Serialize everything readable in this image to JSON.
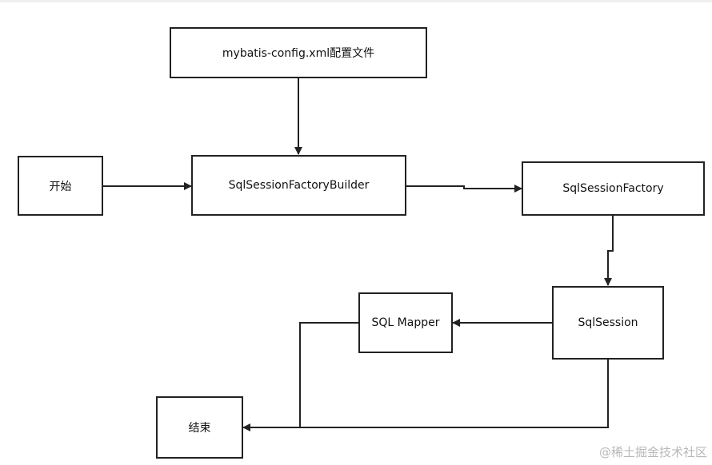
{
  "diagram": {
    "nodes": {
      "config": {
        "label": "mybatis-config.xml配置文件"
      },
      "start": {
        "label": "开始"
      },
      "builder": {
        "label": "SqlSessionFactoryBuilder"
      },
      "factory": {
        "label": "SqlSessionFactory"
      },
      "session": {
        "label": "SqlSession"
      },
      "mapper": {
        "label": "SQL Mapper"
      },
      "end": {
        "label": "结束"
      }
    },
    "edges": [
      {
        "from": "config",
        "to": "builder"
      },
      {
        "from": "start",
        "to": "builder"
      },
      {
        "from": "builder",
        "to": "factory"
      },
      {
        "from": "factory",
        "to": "session"
      },
      {
        "from": "session",
        "to": "mapper"
      },
      {
        "from": "session",
        "to": "end"
      },
      {
        "from": "mapper",
        "to": "end"
      }
    ]
  },
  "watermark": "@稀土掘金技术社区"
}
